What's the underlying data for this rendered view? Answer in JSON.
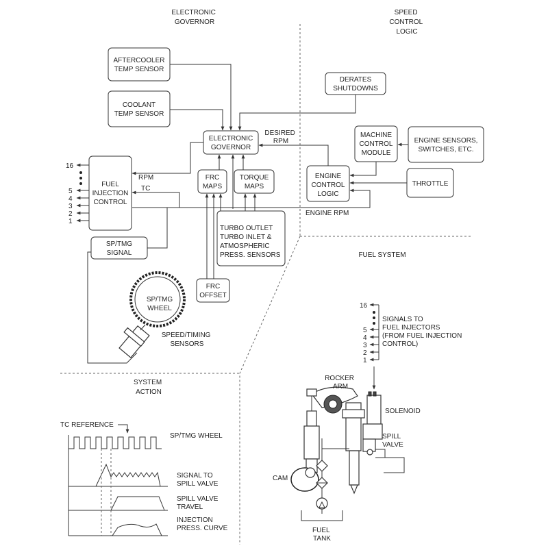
{
  "sections": {
    "electronic_governor": [
      "ELECTRONIC",
      "GOVERNOR"
    ],
    "speed_control_logic": [
      "SPEED",
      "CONTROL",
      "LOGIC"
    ],
    "fuel_system": [
      "FUEL SYSTEM"
    ],
    "system_action": [
      "SYSTEM",
      "ACTION"
    ]
  },
  "boxes": {
    "aftercooler": [
      "AFTERCOOLER",
      "TEMP SENSOR"
    ],
    "coolant": [
      "COOLANT",
      "TEMP SENSOR"
    ],
    "electronic_governor": [
      "ELECTRONIC",
      "GOVERNOR"
    ],
    "fuel_injection_control": [
      "FUEL",
      "INJECTION",
      "CONTROL"
    ],
    "frc_maps": [
      "FRC",
      "MAPS"
    ],
    "torque_maps": [
      "TORQUE",
      "MAPS"
    ],
    "turbo_sensors": [
      "TURBO OUTLET",
      "TURBO INLET &",
      "ATMOSPHERIC",
      "PRESS. SENSORS"
    ],
    "sp_tmg_signal": [
      "SP/TMG",
      "SIGNAL"
    ],
    "frc_offset": [
      "FRC",
      "OFFSET"
    ],
    "derates": [
      "DERATES",
      "SHUTDOWNS"
    ],
    "machine_control": [
      "MACHINE",
      "CONTROL",
      "MODULE"
    ],
    "engine_sensors": [
      "ENGINE SENSORS,",
      "SWITCHES, ETC."
    ],
    "engine_control_logic": [
      "ENGINE",
      "CONTROL",
      "LOGIC"
    ],
    "throttle": [
      "THROTTLE"
    ]
  },
  "signal_labels": {
    "rpm": "RPM",
    "tc": "TC",
    "desired_rpm": [
      "DESIRED",
      "RPM"
    ],
    "engine_rpm": "ENGINE RPM"
  },
  "wheel": {
    "label": [
      "SP/TMG",
      "WHEEL"
    ],
    "sensors_label": [
      "SPEED/TIMING",
      "SENSORS"
    ]
  },
  "injector_outputs": {
    "top": "16",
    "list": [
      "5",
      "4",
      "3",
      "2",
      "1"
    ]
  },
  "fuel_system_labels": {
    "signals_note": [
      "SIGNALS TO",
      "FUEL INJECTORS",
      "(FROM FUEL INJECTION",
      "CONTROL)"
    ],
    "rocker_arm": [
      "ROCKER",
      "ARM"
    ],
    "solenoid": "SOLENOID",
    "spill_valve": [
      "SPILL",
      "VALVE"
    ],
    "cam": "CAM",
    "fuel_tank": [
      "FUEL",
      "TANK"
    ]
  },
  "system_action_labels": {
    "tc_reference": "TC REFERENCE",
    "sp_tmg_wheel": "SP/TMG WHEEL",
    "signal_to_spill": [
      "SIGNAL TO",
      "SPILL VALVE"
    ],
    "spill_valve_travel": [
      "SPILL VALVE",
      "TRAVEL"
    ],
    "injection_press": [
      "INJECTION",
      "PRESS. CURVE"
    ]
  },
  "colors": {
    "line": "#333333",
    "text": "#222222",
    "divider": "#666666"
  }
}
